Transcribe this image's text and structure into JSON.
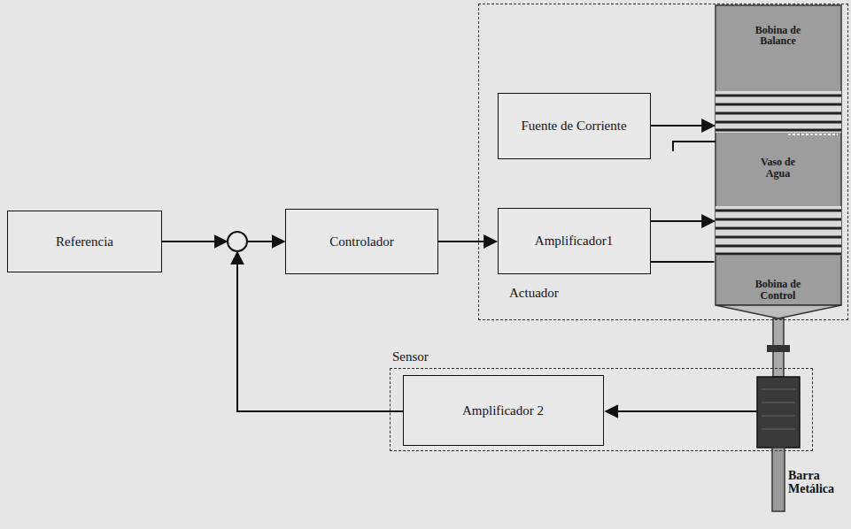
{
  "diagram": {
    "nodes": [
      {
        "text": [
          "Referencia"
        ]
      },
      {
        "text": [
          "Controlador"
        ]
      },
      {
        "text": [
          "Actuador"
        ]
      },
      {
        "text": [
          "Fuente de Corriente"
        ],
        "in": 2
      },
      {
        "text": [
          "Amplificador1"
        ],
        "in": 2
      },
      {
        "text": [
          "Bobina de Balance"
        ],
        "in": 2
      },
      {
        "text": [
          "Vaso de Agua"
        ],
        "in": 2
      },
      {
        "text": [
          "Bobina de Control"
        ],
        "in": 2
      },
      {
        "text": [
          "Sensor"
        ]
      },
      {
        "text": [
          "Amplificador 2"
        ],
        "in": 8
      }
    ],
    "edges": [
      {
        "from": 1,
        "to": 4,
        "arrow": "to"
      },
      {
        "from": 3,
        "to": 5,
        "arrow": "to"
      },
      {
        "from": 4,
        "to": 7,
        "arrow": "to"
      },
      {
        "from": 4,
        "to": 7,
        "arrow": "none"
      }
    ],
    "labels": [
      "Barra Metálica"
    ]
  }
}
